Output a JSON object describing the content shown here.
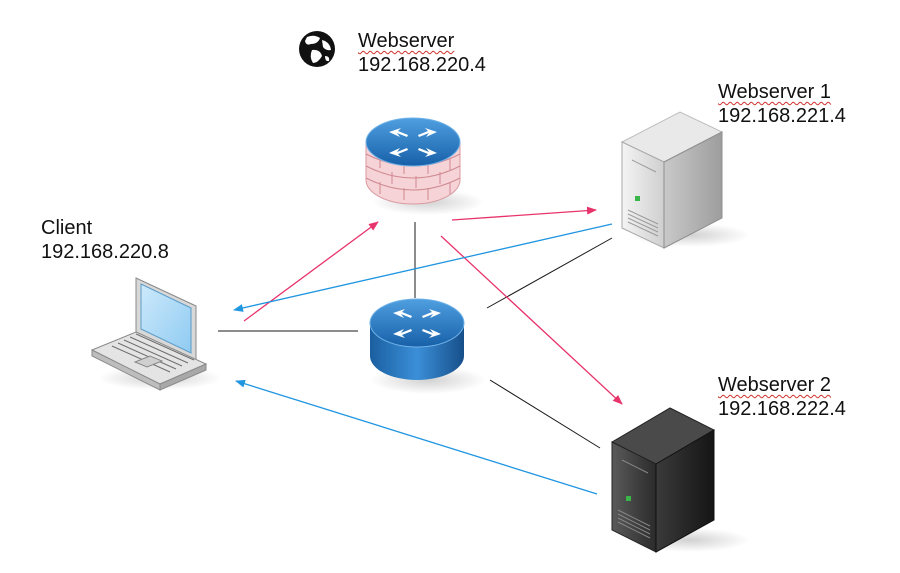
{
  "nodes": {
    "webserver_gateway": {
      "name": "Webserver",
      "ip": "192.168.220.4"
    },
    "webserver_1": {
      "name": "Webserver 1",
      "ip": "192.168.221.4"
    },
    "webserver_2": {
      "name": "Webserver 2",
      "ip": "192.168.222.4"
    },
    "client": {
      "name": "Client",
      "ip": "192.168.220.8"
    }
  },
  "colors": {
    "request_arrow": "#e8336b",
    "response_arrow": "#2196e0",
    "link_line": "#1a1a1a",
    "router_blue": "#1a6fb8",
    "firewall_brick": "#f2c4c8"
  },
  "icons": [
    "globe-icon",
    "firewall-router-icon",
    "router-icon",
    "server-light-icon",
    "server-dark-icon",
    "laptop-icon"
  ]
}
